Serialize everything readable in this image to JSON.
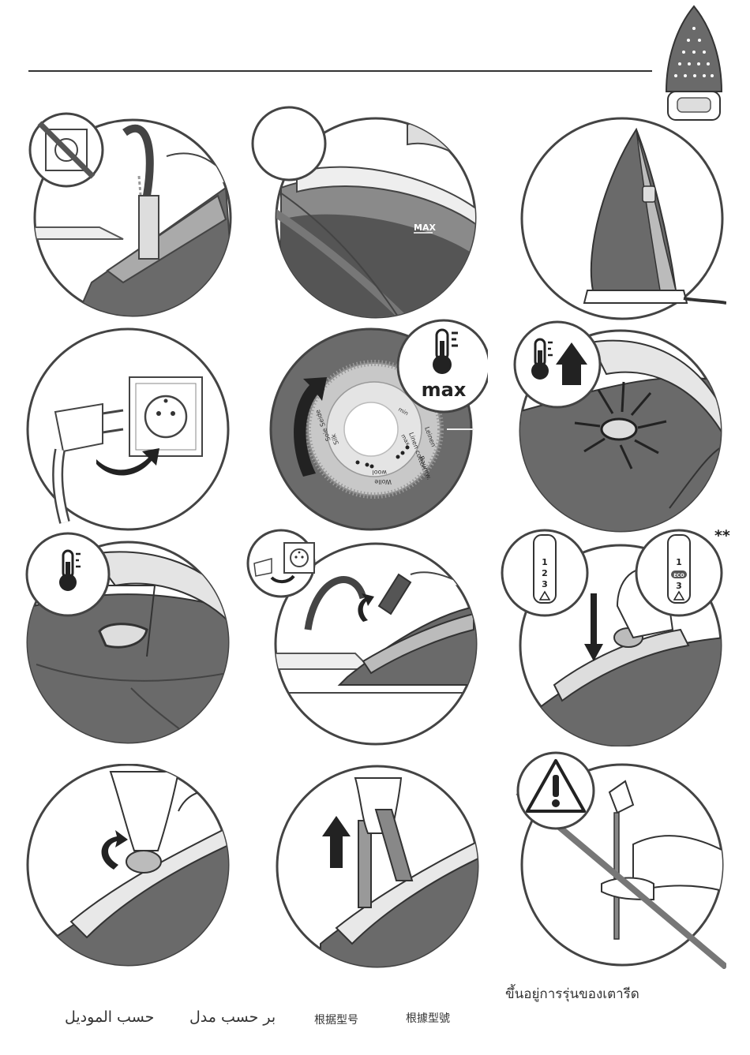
{
  "colors": {
    "ink": "#444444",
    "dark_fill": "#5a5a5a",
    "mid_fill": "#8a8a8a",
    "light_fill": "#d0d0d0",
    "paper": "#ffffff"
  },
  "illustrations": {
    "fill_water_max_label": "MAX",
    "temperature_badge_label": "max",
    "dial_labels": [
      "Leinen",
      "Linen cotton",
      "Baumw.",
      "Wolle",
      "wool",
      "Soie Seide",
      "Silk",
      "min",
      "max"
    ],
    "steam_panel_numbers_1": [
      "1",
      "2",
      "3"
    ],
    "steam_panel_numbers_2": [
      "1",
      "3"
    ],
    "steam_panel_badge": "ECO",
    "model_note_marker": "**"
  },
  "footer": {
    "thai": "ขึ้นอยู่การรุ่นของเตารีด",
    "arabic_1": "حسب الموديل",
    "persian": "بر حسب مدل",
    "chinese_simplified": "根据型号",
    "chinese_traditional": "根據型號"
  }
}
